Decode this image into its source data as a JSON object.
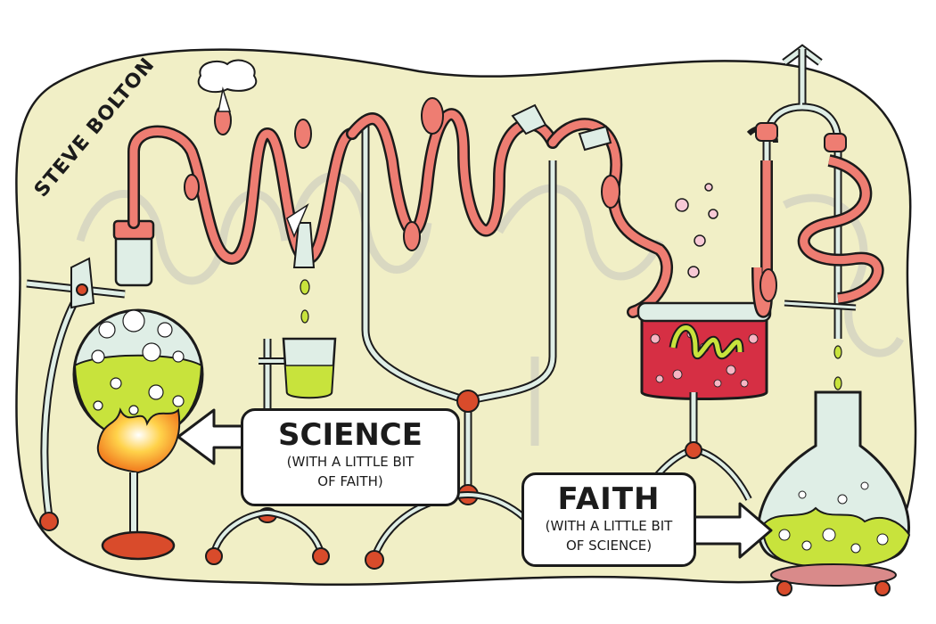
{
  "signature": "STEVE BOLTON",
  "science_label": {
    "main": "SCIENCE",
    "sub_line1": "(WITH A LITTLE BIT",
    "sub_line2": "OF FAITH)"
  },
  "faith_label": {
    "main": "FAITH",
    "sub_line1": "(WITH A LITTLE BIT",
    "sub_line2": "OF SCIENCE)"
  },
  "colors": {
    "background_blob": "#f1efc6",
    "tube": "#ee7d72",
    "glass": "#d9f0e3",
    "liquid": "#c8e33c",
    "flame": "#f5a623",
    "feet": "#d94b2b",
    "red_liquid": "#d62f44"
  }
}
